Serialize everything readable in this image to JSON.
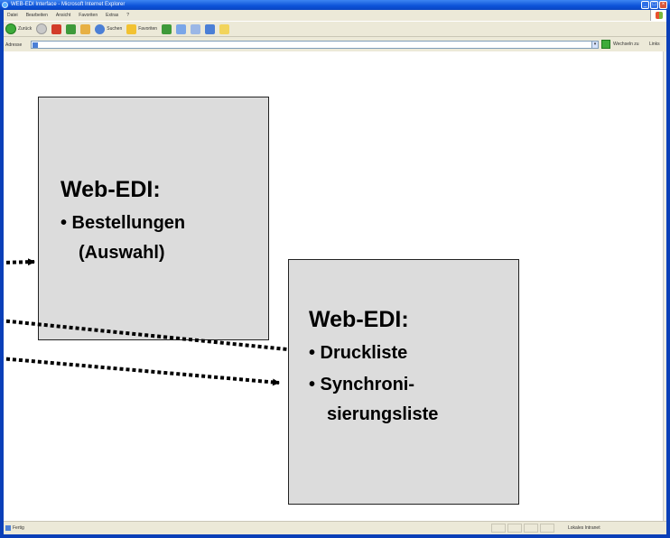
{
  "window": {
    "title": "WEB-EDI Interface - Microsoft Internet Explorer",
    "minimize": "_",
    "maximize": "□",
    "close": "×"
  },
  "menu": [
    "Datei",
    "Bearbeiten",
    "Ansicht",
    "Favoriten",
    "Extras",
    "?"
  ],
  "toolbar": {
    "back_label": "Zurück",
    "search_label": "Suchen",
    "favorites_label": "Favoriten"
  },
  "address": {
    "label": "Adresse",
    "value": "",
    "go_label": "Wechseln zu",
    "links_label": "Links"
  },
  "status": {
    "text": "Fertig",
    "zone": "Lokales Intranet"
  },
  "slide": {
    "box1": {
      "title": "Web-EDI:",
      "bullets": [
        "• Bestellungen",
        "(Auswahl)"
      ]
    },
    "box2": {
      "title": "Web-EDI:",
      "bullets": [
        "• Druckliste",
        "• Synchroni-",
        "sierungsliste"
      ]
    }
  }
}
